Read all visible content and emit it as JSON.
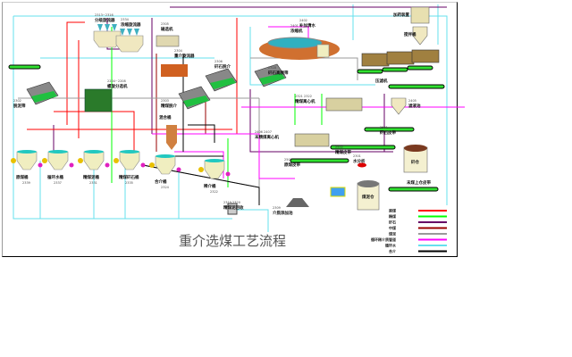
{
  "title": "重介选煤工艺流程",
  "colors": {
    "raw_coal": "#ff0000",
    "clean_coal": "#00ff00",
    "gangue": "#660066",
    "middlings": "#990000",
    "slime": "#999999",
    "dilute_medium": "#ff00ff",
    "circulating_water": "#66e0ee",
    "qualified_medium": "#000000"
  },
  "equipment": [
    {
      "id": "classify",
      "label": "分级旋流器",
      "num": "2313~2316"
    },
    {
      "id": "thicken",
      "label": "浓缩旋流器",
      "num": "2334"
    },
    {
      "id": "magsep",
      "label": "磁选机",
      "num": "2305"
    },
    {
      "id": "dmc",
      "label": "重介旋流器",
      "num": "2304"
    },
    {
      "id": "gangue_screen",
      "label": "矸石脱介",
      "num": "2306"
    },
    {
      "id": "clean_screen",
      "label": "精煤脱介",
      "num": "2303"
    },
    {
      "id": "spiral",
      "label": "螺旋分选机",
      "num": "2204~2208"
    },
    {
      "id": "desliming",
      "label": "脱泥筛",
      "num": "2302"
    },
    {
      "id": "mix",
      "label": "混合桶",
      "num": ""
    },
    {
      "id": "thickener",
      "label": "浓缩机",
      "num": "2401"
    },
    {
      "id": "water",
      "label": "补加清水",
      "num": "2402"
    },
    {
      "id": "gangue_hf",
      "label": "矸石高频筛",
      "num": "2318"
    },
    {
      "id": "dosing",
      "label": "加药装置",
      "num": ""
    },
    {
      "id": "stir",
      "label": "搅拌桶",
      "num": ""
    },
    {
      "id": "filter",
      "label": "压滤机",
      "num": ""
    },
    {
      "id": "filtrate",
      "label": "滤液池",
      "num": "2405"
    },
    {
      "id": "clean_cent",
      "label": "精煤离心机",
      "num": "2321 2322"
    },
    {
      "id": "fine_cent",
      "label": "末精煤离心机",
      "num": "2406 2407"
    },
    {
      "id": "gangue_belt",
      "label": "矸石皮带",
      "num": "2501"
    },
    {
      "id": "clean_belt",
      "label": "精煤皮带",
      "num": "2502"
    },
    {
      "id": "raw_belt",
      "label": "原煤皮带",
      "num": "2503"
    },
    {
      "id": "water_div",
      "label": "水分析",
      "num": "2301"
    },
    {
      "id": "gangue_bin",
      "label": "矸仓",
      "num": ""
    },
    {
      "id": "slime_bin",
      "label": "煤泥仓",
      "num": ""
    },
    {
      "id": "fine_belt",
      "label": "末煤上仓皮带",
      "num": ""
    },
    {
      "id": "medium_add",
      "label": "介质添加池",
      "num": "2309"
    },
    {
      "id": "concentrate",
      "label": "精煤泥回收",
      "num": "2319 2320"
    },
    {
      "id": "b1",
      "label": "原煤桶",
      "num": "2339"
    },
    {
      "id": "b2",
      "label": "循环水桶",
      "num": "2337"
    },
    {
      "id": "b3",
      "label": "精煤泥桶",
      "num": "2331"
    },
    {
      "id": "b4",
      "label": "精煤矸石桶",
      "num": "2335"
    },
    {
      "id": "b5",
      "label": "合介桶",
      "num": "2324"
    },
    {
      "id": "b6",
      "label": "稀介桶",
      "num": "2322"
    }
  ],
  "legend": [
    {
      "label": "原煤",
      "color": "#ff0000"
    },
    {
      "label": "精煤",
      "color": "#00ff00"
    },
    {
      "label": "矸石",
      "color": "#660066"
    },
    {
      "label": "中煤",
      "color": "#990000"
    },
    {
      "label": "煤泥",
      "color": "#999999"
    },
    {
      "label": "循环稀介质管道",
      "color": "#ff00ff"
    },
    {
      "label": "循环水",
      "color": "#66e0ee"
    },
    {
      "label": "合介",
      "color": "#000000"
    }
  ]
}
